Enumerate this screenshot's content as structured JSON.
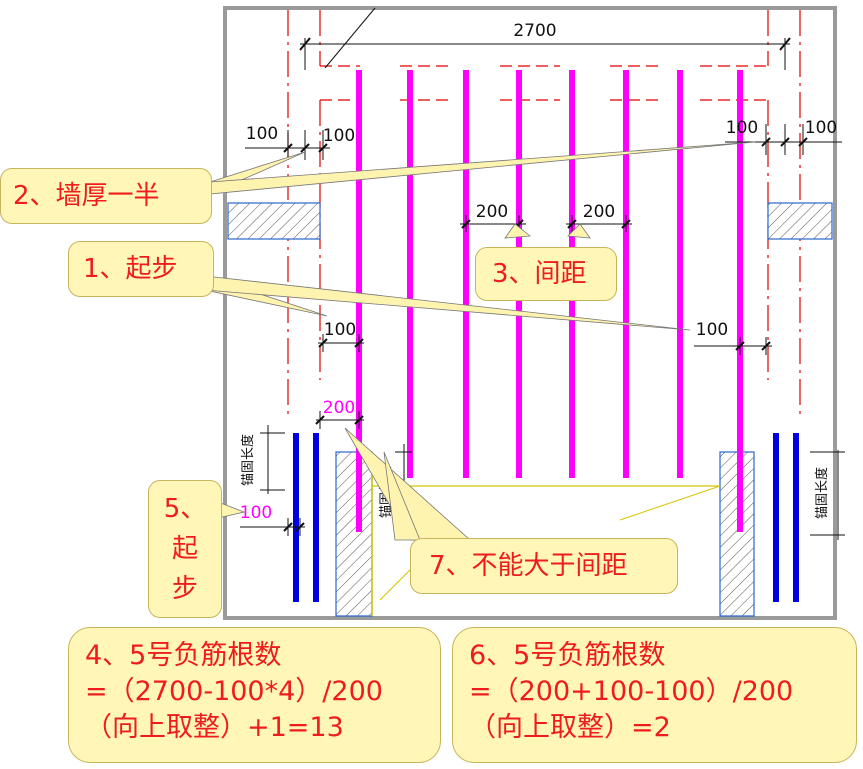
{
  "dimensions": {
    "total_width": "2700",
    "wall_half_left": "100",
    "wall_half_left2": "100",
    "wall_half_right": "100",
    "wall_half_right2": "100",
    "spacing_a": "200",
    "spacing_b": "200",
    "start_left": "100",
    "start_right": "100",
    "start_magenta": "200",
    "start_bottom_left": "100"
  },
  "anchor_labels": {
    "left_outer": "锚固长度",
    "left_inner": "锚固长度",
    "right": "锚固长度"
  },
  "callouts": {
    "c1": "1、起步",
    "c2": "2、墙厚一半",
    "c3": "3、间距",
    "c5_lines": [
      "5、",
      "起",
      "步"
    ],
    "c7": "7、不能大于间距"
  },
  "notes": {
    "note4": [
      "4、5号负筋根数",
      "=（2700-100*4）/200",
      "（向上取整）+1=13"
    ],
    "note6": [
      "6、5号负筋根数",
      "=（200+100-100）/200",
      "（向上取整）=2"
    ]
  },
  "colors": {
    "rebar_main": "#ff00ff",
    "rebar_blue": "#0000e0",
    "axis_red": "#e00000",
    "callout_fill": "#fff6b8",
    "callout_text": "#ee1c1c",
    "leader_fill": "#fff3b0"
  }
}
